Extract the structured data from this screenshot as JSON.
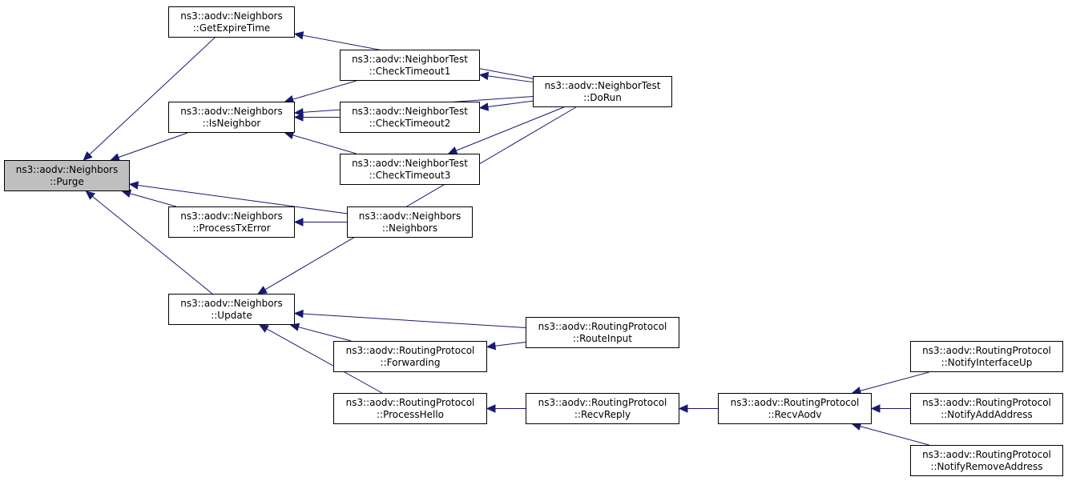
{
  "colors": {
    "edge": "#191970",
    "root_fill": "#bfbfbf",
    "node_fill": "#ffffff",
    "border": "#000000"
  },
  "nodes": {
    "purge": {
      "line1": "ns3::aodv::Neighbors",
      "line2": "::Purge"
    },
    "getExpireTime": {
      "line1": "ns3::aodv::Neighbors",
      "line2": "::GetExpireTime"
    },
    "isNeighbor": {
      "line1": "ns3::aodv::Neighbors",
      "line2": "::IsNeighbor"
    },
    "processTxError": {
      "line1": "ns3::aodv::Neighbors",
      "line2": "::ProcessTxError"
    },
    "update": {
      "line1": "ns3::aodv::Neighbors",
      "line2": "::Update"
    },
    "checkTimeout1": {
      "line1": "ns3::aodv::NeighborTest",
      "line2": "::CheckTimeout1"
    },
    "checkTimeout2": {
      "line1": "ns3::aodv::NeighborTest",
      "line2": "::CheckTimeout2"
    },
    "checkTimeout3": {
      "line1": "ns3::aodv::NeighborTest",
      "line2": "::CheckTimeout3"
    },
    "neighborsCtor": {
      "line1": "ns3::aodv::Neighbors",
      "line2": "::Neighbors"
    },
    "forwarding": {
      "line1": "ns3::aodv::RoutingProtocol",
      "line2": "::Forwarding"
    },
    "processHello": {
      "line1": "ns3::aodv::RoutingProtocol",
      "line2": "::ProcessHello"
    },
    "doRun": {
      "line1": "ns3::aodv::NeighborTest",
      "line2": "::DoRun"
    },
    "routeInput": {
      "line1": "ns3::aodv::RoutingProtocol",
      "line2": "::RouteInput"
    },
    "recvReply": {
      "line1": "ns3::aodv::RoutingProtocol",
      "line2": "::RecvReply"
    },
    "recvAodv": {
      "line1": "ns3::aodv::RoutingProtocol",
      "line2": "::RecvAodv"
    },
    "notifyIfUp": {
      "line1": "ns3::aodv::RoutingProtocol",
      "line2": "::NotifyInterfaceUp"
    },
    "notifyAddAddr": {
      "line1": "ns3::aodv::RoutingProtocol",
      "line2": "::NotifyAddAddress"
    },
    "notifyRemoveAddr": {
      "line1": "ns3::aodv::RoutingProtocol",
      "line2": "::NotifyRemoveAddress"
    }
  },
  "edges": [
    {
      "from": "getExpireTime",
      "to": "purge"
    },
    {
      "from": "isNeighbor",
      "to": "purge"
    },
    {
      "from": "processTxError",
      "to": "purge"
    },
    {
      "from": "update",
      "to": "purge"
    },
    {
      "from": "neighborsCtor",
      "to": "purge"
    },
    {
      "from": "doRun",
      "to": "getExpireTime"
    },
    {
      "from": "doRun",
      "to": "isNeighbor"
    },
    {
      "from": "checkTimeout1",
      "to": "isNeighbor"
    },
    {
      "from": "checkTimeout2",
      "to": "isNeighbor"
    },
    {
      "from": "checkTimeout3",
      "to": "isNeighbor"
    },
    {
      "from": "doRun",
      "to": "checkTimeout1"
    },
    {
      "from": "doRun",
      "to": "checkTimeout2"
    },
    {
      "from": "doRun",
      "to": "checkTimeout3"
    },
    {
      "from": "neighborsCtor",
      "to": "processTxError"
    },
    {
      "from": "doRun",
      "to": "update"
    },
    {
      "from": "routeInput",
      "to": "update"
    },
    {
      "from": "forwarding",
      "to": "update"
    },
    {
      "from": "processHello",
      "to": "update"
    },
    {
      "from": "routeInput",
      "to": "forwarding"
    },
    {
      "from": "recvReply",
      "to": "processHello"
    },
    {
      "from": "recvAodv",
      "to": "recvReply"
    },
    {
      "from": "notifyIfUp",
      "to": "recvAodv"
    },
    {
      "from": "notifyAddAddr",
      "to": "recvAodv"
    },
    {
      "from": "notifyRemoveAddr",
      "to": "recvAodv"
    }
  ]
}
